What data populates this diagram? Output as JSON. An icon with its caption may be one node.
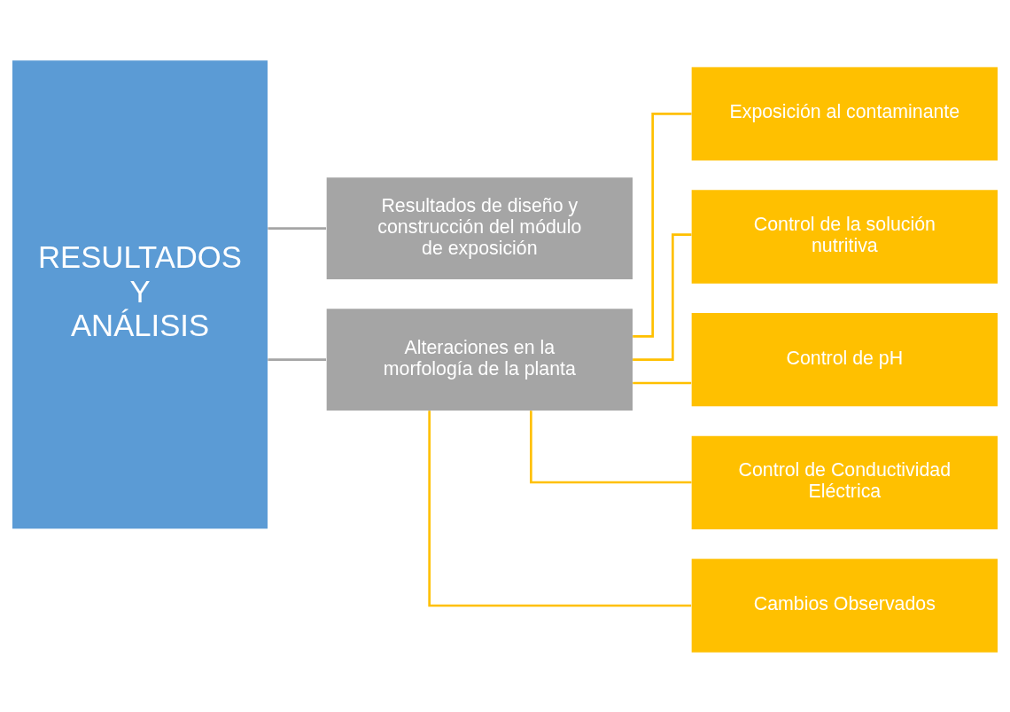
{
  "diagram": {
    "nodes": [
      {
        "text": [
          "RESULTADOS Y ANÁLISIS"
        ]
      },
      {
        "text": [
          "Resultados de diseño y construcción del módulo de exposición"
        ]
      },
      {
        "text": [
          "Alteraciones en la morfología de la planta"
        ]
      },
      {
        "text": [
          "Exposición al contaminante"
        ]
      },
      {
        "text": [
          "Control de la solución nutritiva"
        ]
      },
      {
        "text": [
          "Control de pH"
        ]
      },
      {
        "text": [
          "Control de Conductividad Eléctrica"
        ]
      },
      {
        "text": [
          "Cambios Observados"
        ]
      }
    ],
    "edges": [
      {
        "from": 0,
        "to": 1,
        "arrow": "none",
        "color": "#a5a5a5"
      },
      {
        "from": 0,
        "to": 2,
        "arrow": "none",
        "color": "#a5a5a5"
      },
      {
        "from": 2,
        "to": 3,
        "arrow": "none"
      },
      {
        "from": 2,
        "to": 4,
        "arrow": "none"
      },
      {
        "from": 2,
        "to": 5,
        "arrow": "none"
      },
      {
        "from": 2,
        "to": 6,
        "arrow": "none"
      },
      {
        "from": 2,
        "to": 7,
        "arrow": "none"
      }
    ]
  }
}
